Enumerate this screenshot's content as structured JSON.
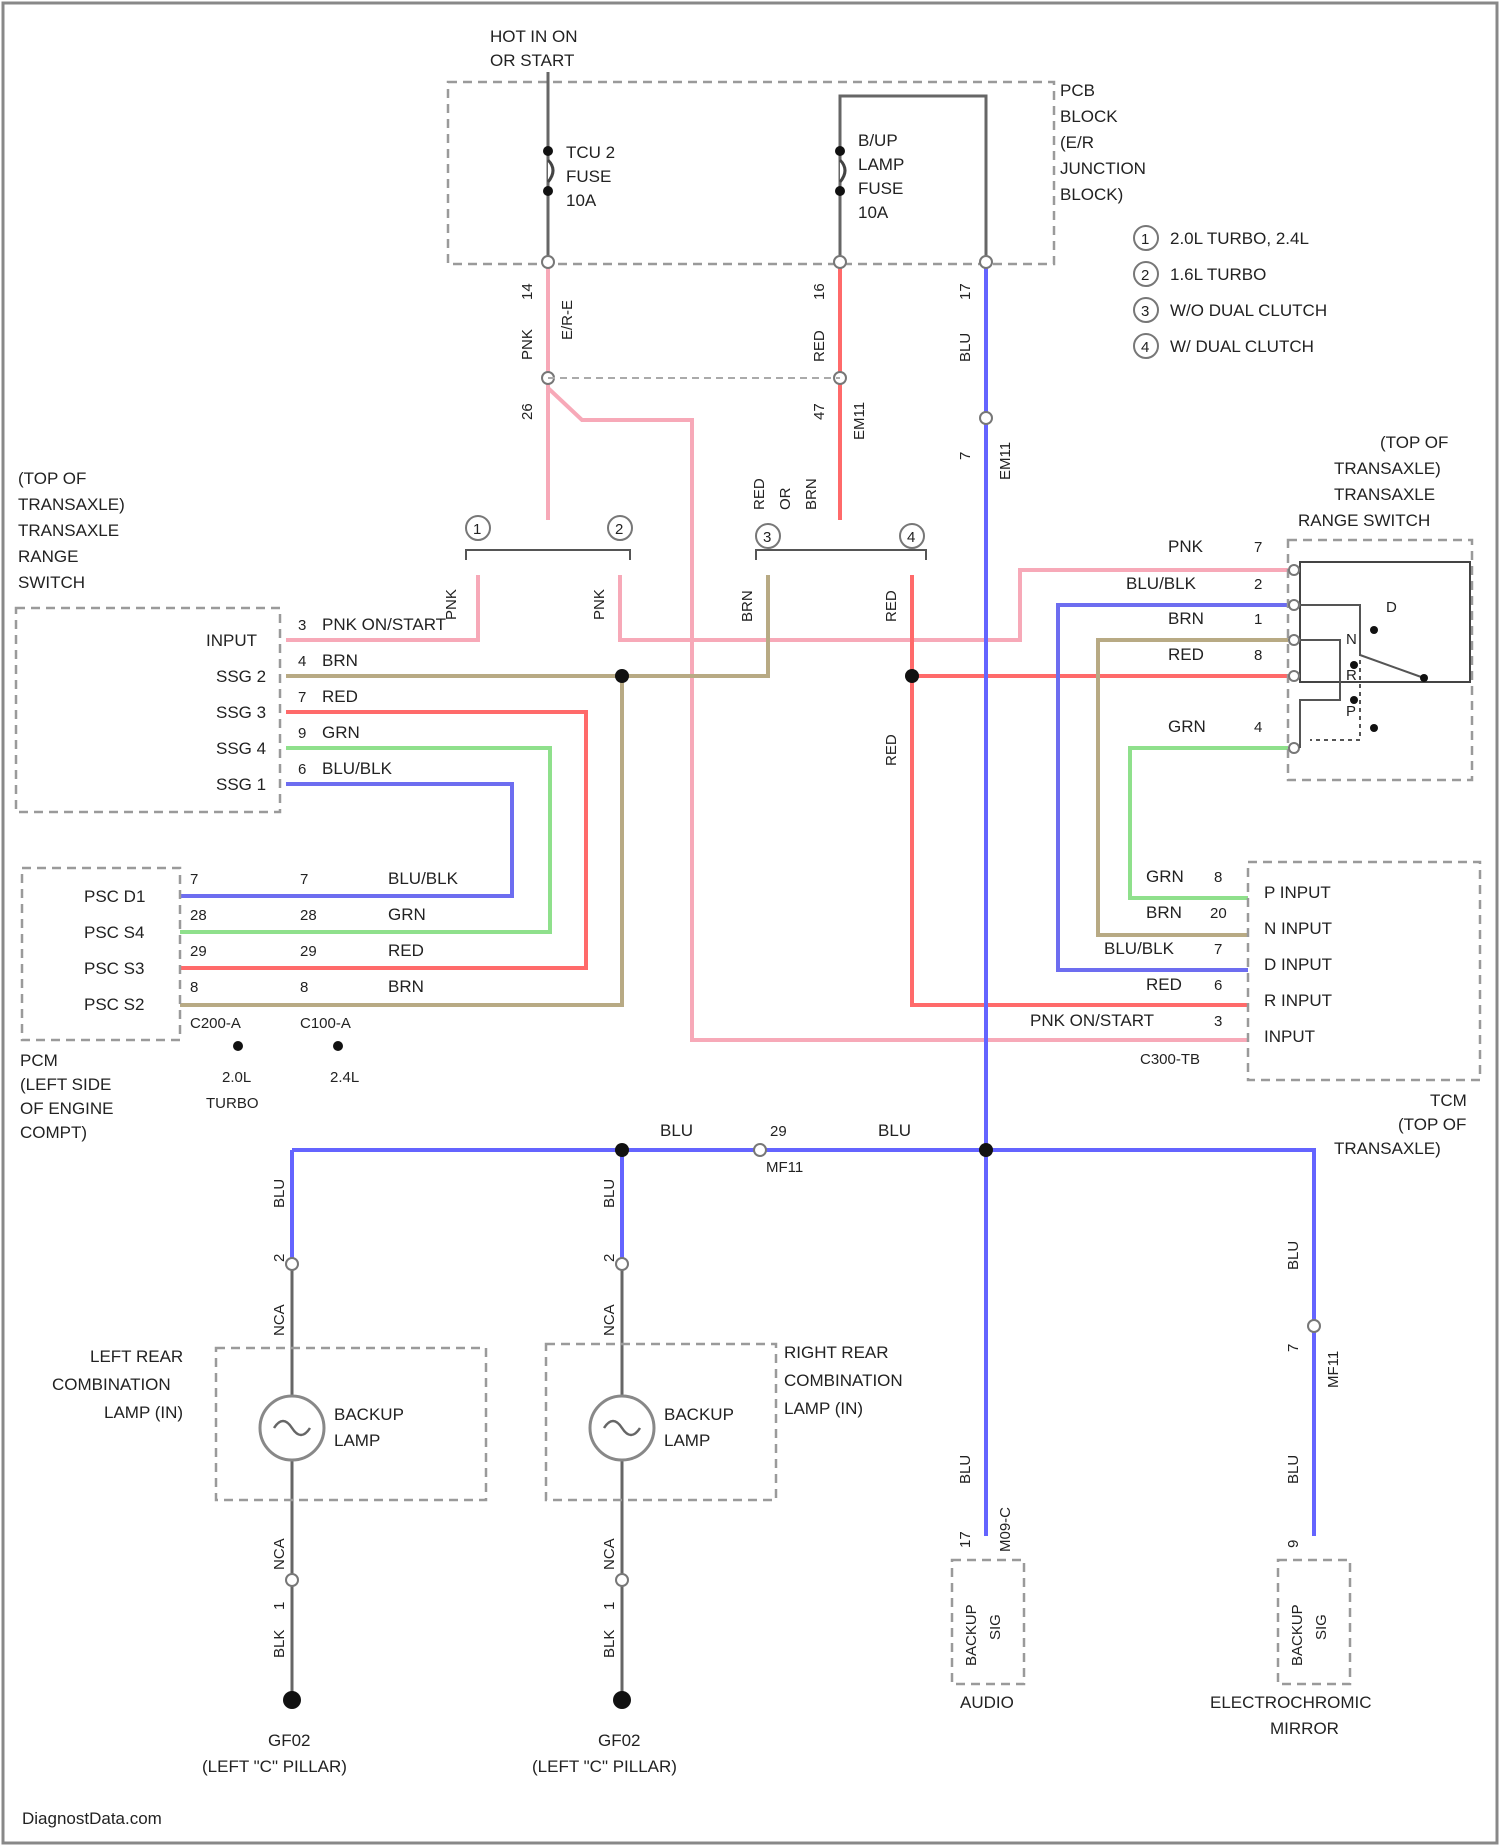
{
  "top": {
    "hot_label": [
      "HOT IN ON",
      "OR START"
    ],
    "pcb_block": [
      "PCB",
      "BLOCK",
      "(E/R",
      "JUNCTION",
      "BLOCK)"
    ],
    "tcu_fuse": [
      "TCU 2",
      "FUSE",
      "10A"
    ],
    "bup_fuse": [
      "B/UP",
      "LAMP",
      "FUSE",
      "10A"
    ]
  },
  "legend": [
    {
      "symbol": "1",
      "text": "2.0L TURBO, 2.4L"
    },
    {
      "symbol": "2",
      "text": "1.6L TURBO"
    },
    {
      "symbol": "3",
      "text": "W/O DUAL CLUTCH"
    },
    {
      "symbol": "4",
      "text": "W/ DUAL CLUTCH"
    }
  ],
  "wire_labels": {
    "pcb_pin14": "14",
    "pcb_conn_e": "E/R-E",
    "pnk": "PNK",
    "pcb_pin16": "16",
    "red": "RED",
    "pcb_pin17": "17",
    "blu": "BLU",
    "e_pin26": "26",
    "e_conn": "EM11",
    "red_pin47": "47",
    "red_conn": "EM11",
    "blu_pin7": "7",
    "blu_conn": "EM11",
    "red_or_brn": [
      "RED",
      "OR",
      "BRN"
    ],
    "ind1": "1",
    "ind2": "2",
    "ind3": "3",
    "ind4": "4"
  },
  "trs_left": {
    "title": [
      "(TOP OF",
      "TRANSAXLE)",
      "TRANSAXLE",
      "RANGE",
      "SWITCH"
    ],
    "rows": [
      {
        "pin": "INPUT",
        "num": "3",
        "wire": "PNK ON/START"
      },
      {
        "pin": "SSG 2",
        "num": "4",
        "wire": "BRN"
      },
      {
        "pin": "SSG 3",
        "num": "7",
        "wire": "RED"
      },
      {
        "pin": "SSG 4",
        "num": "9",
        "wire": "GRN"
      },
      {
        "pin": "SSG 1",
        "num": "6",
        "wire": "BLU/BLK"
      }
    ]
  },
  "pcm": {
    "rows": [
      {
        "pin": "PSC D1",
        "a": "7",
        "b": "7",
        "wire": "BLU/BLK"
      },
      {
        "pin": "PSC S4",
        "a": "28",
        "b": "28",
        "wire": "GRN"
      },
      {
        "pin": "PSC S3",
        "a": "29",
        "b": "29",
        "wire": "RED"
      },
      {
        "pin": "PSC S2",
        "a": "8",
        "b": "8",
        "wire": "BRN"
      }
    ],
    "conn_a": "C200-A",
    "conn_b": "C100-A",
    "variant_a": [
      "2.0L",
      "TURBO"
    ],
    "variant_b": "2.4L",
    "title": [
      "PCM",
      "(LEFT SIDE",
      "OF ENGINE",
      "COMPT)"
    ]
  },
  "mid_labels": {
    "pnk_a": "PNK",
    "pnk_b": "PNK",
    "brn": "BRN",
    "red": "RED",
    "red_down": "RED"
  },
  "trs_right": {
    "title": [
      "(TOP OF",
      "TRANSAXLE)",
      "TRANSAXLE",
      "RANGE SWITCH"
    ],
    "rows": [
      {
        "wire": "PNK",
        "num": "7"
      },
      {
        "wire": "BLU/BLK",
        "num": "2"
      },
      {
        "wire": "BRN",
        "num": "1"
      },
      {
        "wire": "RED",
        "num": "8"
      },
      {
        "wire": "GRN",
        "num": "4"
      }
    ],
    "switch_letters": [
      "D",
      "N",
      "R",
      "P"
    ]
  },
  "tcm": {
    "rows": [
      {
        "wire": "GRN",
        "num": "8",
        "pin": "P INPUT"
      },
      {
        "wire": "BRN",
        "num": "20",
        "pin": "N INPUT"
      },
      {
        "wire": "BLU/BLK",
        "num": "7",
        "pin": "D INPUT"
      },
      {
        "wire": "RED",
        "num": "6",
        "pin": "R INPUT"
      },
      {
        "wire": "PNK ON/START",
        "num": "3",
        "pin": "INPUT"
      }
    ],
    "conn": "C300-TB",
    "title": [
      "TCM",
      "(TOP OF",
      "TRANSAXLE)"
    ]
  },
  "bus": {
    "blu_left": "BLU",
    "blu_right": "BLU",
    "pin": "29",
    "conn": "MF11"
  },
  "left_lamp": {
    "top_wire": "BLU",
    "top_pin": "2",
    "top_conn": "NCA",
    "bottom_pin": "1",
    "bottom_conn": "NCA",
    "gnd_wire": "BLK",
    "title": [
      "LEFT REAR",
      "COMBINATION",
      "LAMP (IN)"
    ],
    "lamp": [
      "BACKUP",
      "LAMP"
    ],
    "ground": [
      "GF02",
      "(LEFT \"C\" PILLAR)"
    ]
  },
  "right_lamp": {
    "top_wire": "BLU",
    "top_pin": "2",
    "top_conn": "NCA",
    "bottom_pin": "1",
    "bottom_conn": "NCA",
    "gnd_wire": "BLK",
    "title": [
      "RIGHT REAR",
      "COMBINATION",
      "LAMP (IN)"
    ],
    "lamp": [
      "BACKUP",
      "LAMP"
    ],
    "ground": [
      "GF02",
      "(LEFT \"C\" PILLAR)"
    ]
  },
  "audio": {
    "wire": "BLU",
    "pin": "17",
    "conn": "M09-C",
    "pin_label": [
      "BACKUP",
      "SIG"
    ],
    "title": "AUDIO"
  },
  "mirror": {
    "wire_a": "BLU",
    "mid_pin": "7",
    "mid_conn": "MF11",
    "wire_b": "BLU",
    "pin": "9",
    "pin_label": [
      "BACKUP",
      "SIG"
    ],
    "title": [
      "ELECTROCHROMIC",
      "MIRROR"
    ]
  },
  "footer": "DiagnostData.com",
  "colors": {
    "blu": "#6464ff",
    "red": "#ff6a6a",
    "pnk": "#f7a9b8",
    "brn": "#b8aa84",
    "grn": "#8fe08c",
    "blublk": "#6d6df0",
    "gnd": "#666666"
  }
}
